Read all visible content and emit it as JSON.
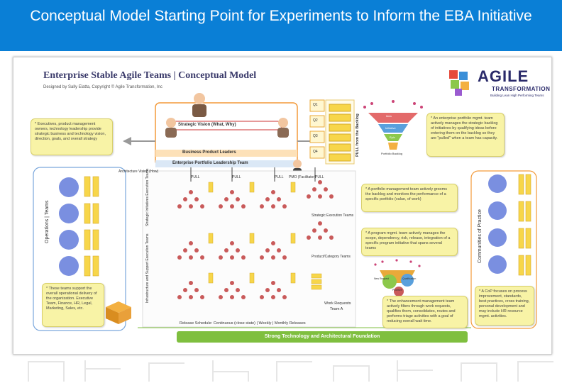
{
  "slide_title": "Conceptual Model Starting Point for Experiments to Inform the EBA Initiative",
  "diagram": {
    "header": "Enterprise Stable Agile Teams | Conceptual Model",
    "subheader": "Designed by Sally Elatta, Copyright © Agile Transformation, Inc",
    "logo": {
      "word": "AGILE",
      "sub": "TRANSFORMATION",
      "tagline": "Building Lean High Performing Teams"
    },
    "left_top_note": "* Executives, product management owners, technology leadership provide strategic business and technology vision, direction, goals, and overall strategy",
    "strategic_vision": "Strategic Vision (What, Why)",
    "business_product_leaders": "Business Product Leaders",
    "enterprise_portfolio_team": "Enterprise Portfolio Leadership Team",
    "architecture": "Architecture Vision (How)",
    "pmo": "PMO (Facilitator)",
    "pull_labels": [
      "PULL",
      "PULL",
      "PULL",
      "PULL"
    ],
    "quarters": [
      "Q1",
      "Q2",
      "Q3",
      "Q4"
    ],
    "pull_backlog": "PULL from the Backlog",
    "funnel_labels": [
      "Idea",
      "Initiative",
      "Epic",
      "Portfolio Backlog"
    ],
    "right_top_note": "* An enterprise portfolio mgmt. team actively manages the strategic backlog of initiatives by qualifying ideas before entering them on the backlog so they are \"pulled\" when a team has capacity.",
    "operations_teams": "Operations | Teams",
    "strategic_initiatives": "Strategic Initiatives Execution Teams",
    "infrastructure_support": "Infrastructure and Support Execution Teams",
    "communities_practice": "Communities of Practice",
    "right_note_1": "* A portfolio management team actively grooms the backlog and monitors the performance of a specific portfolio (value, of work)",
    "strategic_exec_teams": "Strategic Execution Teams",
    "right_note_2": "* A program mgmt. team actively manages the scope, dependency, risk, release, integration of a specific program initiative that spans several teams",
    "product_category_teams": "Product/Category Teams",
    "work_requests": "Work Requests",
    "team_a": "Team A",
    "funnel2_labels": [
      "New Request",
      "Qualification",
      "Prioritize"
    ],
    "left_bottom_note": "* These teams support the overall operational delivery of the organization. Executive Team, Finance, HR, Legal, Marketing, Sales, etc.",
    "right_bottom_note": "* The enhancement management team actively filters through work requests, qualifies them, consolidates, routes and performs triage activities with a goal of reducing overall wait time.",
    "cop_note": "* A CoP focuses on process improvement, standards, best practices, cross training, personal development and may include HR resource mgmt. activities.",
    "release_schedule": "Release Schedule: Continuous (close state) | Weekly | Monthly Releases",
    "foundation": "Strong Technology and Architectural Foundation"
  },
  "colors": {
    "title_bg": "#0a7fd6",
    "note_bg": "#f8f3a6",
    "accent_orange": "#f39a3a",
    "foundation_green": "#7fbf3f",
    "circle_blue": "#7a8fe0"
  }
}
